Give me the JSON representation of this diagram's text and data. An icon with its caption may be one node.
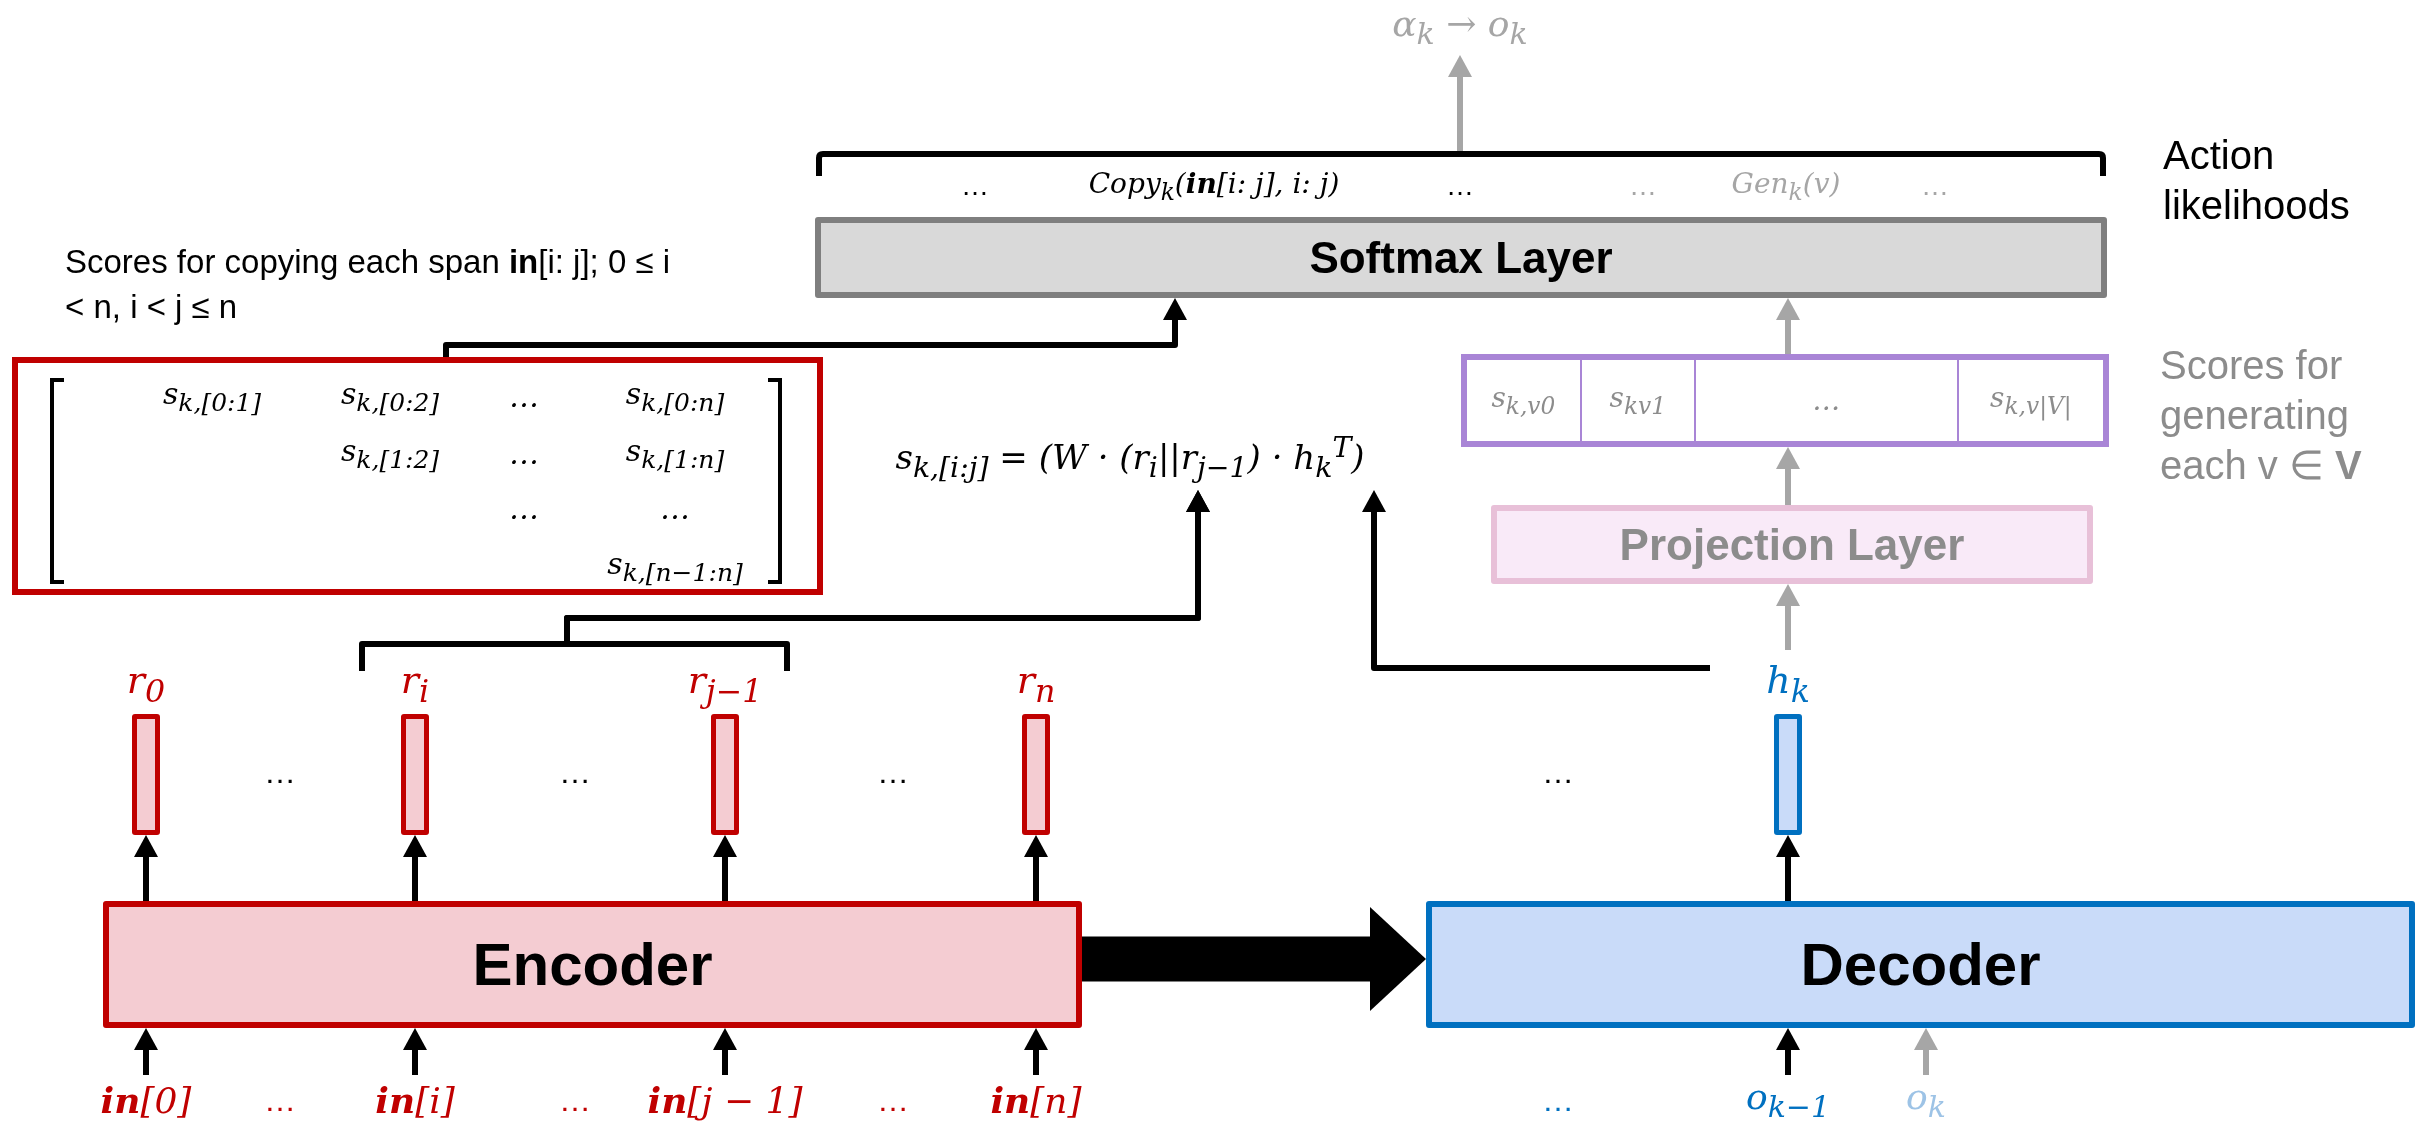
{
  "diagram": {
    "nodes": [
      {
        "text": [
          "Encoder"
        ]
      },
      {
        "text": [
          "Decoder"
        ]
      },
      {
        "text": [
          "Softmax Layer"
        ]
      },
      {
        "text": [
          "Projection Layer"
        ]
      },
      {
        "text": [
          "s$_{k,v}$$_{0}$",
          "s$_{kv}$$_{1}$",
          "…",
          "s$_{k,v}$$_{|V|}$"
        ],
        "beside": [
          "Scores for generating each v ∈ **V**"
        ]
      },
      {
        "text": [
          "s$_{k,[0:1]}$",
          "s$_{k,[0:2]}$",
          "…",
          "s$_{k,[0:n]}$",
          "s$_{k,[1:2]}$",
          "…",
          "s$_{k,[1:n]}$",
          "…",
          "…",
          "s$_{k,[n−1:n]}$"
        ],
        "beside": [
          "Scores for copying each span **in**[i: j]; 0 ≤ i < n, i < j ≤ n"
        ]
      },
      {
        "text": [
          "s$_{k,[i:j]}$ = (W · (r$_{i}$||r$_{j−1}$) · h$_{k}$$^{T}$)"
        ]
      },
      {
        "text": [
          "r$_{0}$"
        ]
      },
      {
        "text": [
          "r$_{i}$"
        ]
      },
      {
        "text": [
          "r$_{j−1}$"
        ]
      },
      {
        "text": [
          "r$_{n}$"
        ]
      },
      {
        "text": [
          "h$_{k}$"
        ]
      },
      {
        "text": [
          "**in**[0]"
        ]
      },
      {
        "text": [
          "**in**[i]"
        ]
      },
      {
        "text": [
          "**in**[j − 1]"
        ]
      },
      {
        "text": [
          "**in**[n]"
        ]
      },
      {
        "text": [
          "o$_{k−1}$"
        ]
      },
      {
        "text": [
          "o$_{k}$"
        ]
      },
      {
        "text": [
          "α$_{k}$ → o$_{k}$"
        ]
      }
    ],
    "edges": [
      {
        "from": 12,
        "to": 0,
        "arrow": "to"
      },
      {
        "from": 13,
        "to": 0,
        "arrow": "to"
      },
      {
        "from": 14,
        "to": 0,
        "arrow": "to"
      },
      {
        "from": 15,
        "to": 0,
        "arrow": "to"
      },
      {
        "from": 0,
        "to": 7,
        "arrow": "to"
      },
      {
        "from": 0,
        "to": 8,
        "arrow": "to"
      },
      {
        "from": 0,
        "to": 9,
        "arrow": "to"
      },
      {
        "from": 0,
        "to": 10,
        "arrow": "to"
      },
      {
        "from": 0,
        "to": 1,
        "arrow": "to",
        "style": "thick"
      },
      {
        "from": 16,
        "to": 1,
        "arrow": "to"
      },
      {
        "from": 17,
        "to": 1,
        "arrow": "to",
        "color": "#a6a6a6"
      },
      {
        "from": 1,
        "to": 11,
        "arrow": "to"
      },
      {
        "from": 11,
        "to": 3,
        "arrow": "to",
        "color": "#a6a6a6"
      },
      {
        "from": 3,
        "to": 4,
        "arrow": "to",
        "color": "#a6a6a6"
      },
      {
        "from": 4,
        "to": 2,
        "arrow": "to",
        "color": "#a6a6a6"
      },
      {
        "from": 2,
        "to": 18,
        "arrow": "to",
        "color": "#a6a6a6"
      },
      {
        "from": 5,
        "to": 2,
        "arrow": "to"
      },
      {
        "from": 8,
        "to": 6,
        "arrow": "to"
      },
      {
        "from": 9,
        "to": 6,
        "arrow": "to"
      },
      {
        "from": 11,
        "to": 6,
        "arrow": "to"
      }
    ],
    "labels": [
      "…",
      "Copy$_{k}$(**in**[i: j], i: j)",
      "…",
      "…",
      "Gen$_{k}$(v)",
      "…",
      "Action likelihoods",
      "…",
      "…",
      "…",
      "…",
      "…",
      "…",
      "…",
      "…"
    ]
  }
}
